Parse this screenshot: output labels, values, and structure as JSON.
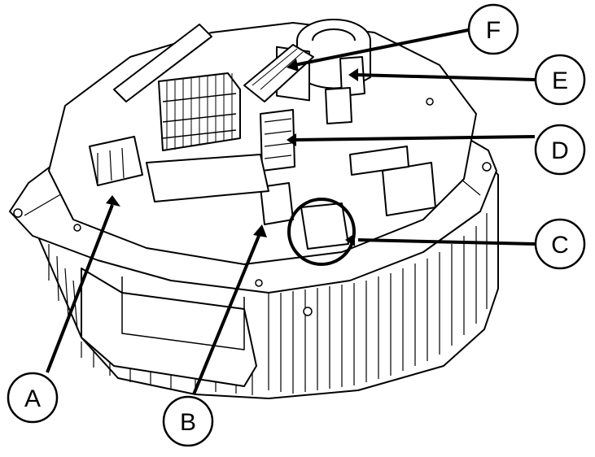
{
  "figure": {
    "labels": [
      "A",
      "B",
      "C",
      "D",
      "E",
      "F"
    ],
    "colors": {
      "line": "#000000",
      "fill": "#ffffff",
      "detail": "#2a2a2a"
    }
  }
}
